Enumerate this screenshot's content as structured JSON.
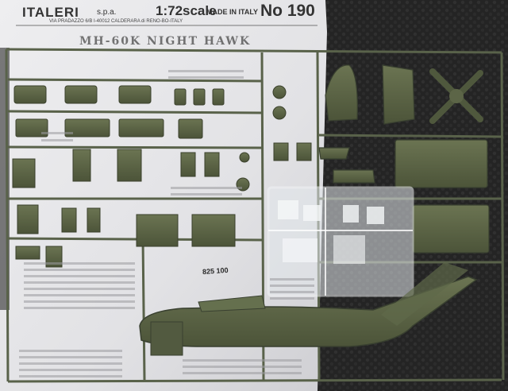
{
  "instruction_sheet": {
    "brand": "ITALERI",
    "brand_suffix": "s.p.a.",
    "address": "VIA PRADAZZO 6/B  I-40012 CALDERARA di RENO-BO-ITALY",
    "scale": "1:72scale",
    "made_in": "MADE IN ITALY",
    "kit_number": "No 190",
    "model_name_partial": "MH-60K NIGHT HAWK"
  },
  "sprue": {
    "part_code": "825 100"
  },
  "colors": {
    "paper": "#e8e8ea",
    "plastic_olive": "#5e6848",
    "plastic_dark": "#3f4632",
    "clear_sprue": "#dfe4e8",
    "fabric": "#262626"
  }
}
